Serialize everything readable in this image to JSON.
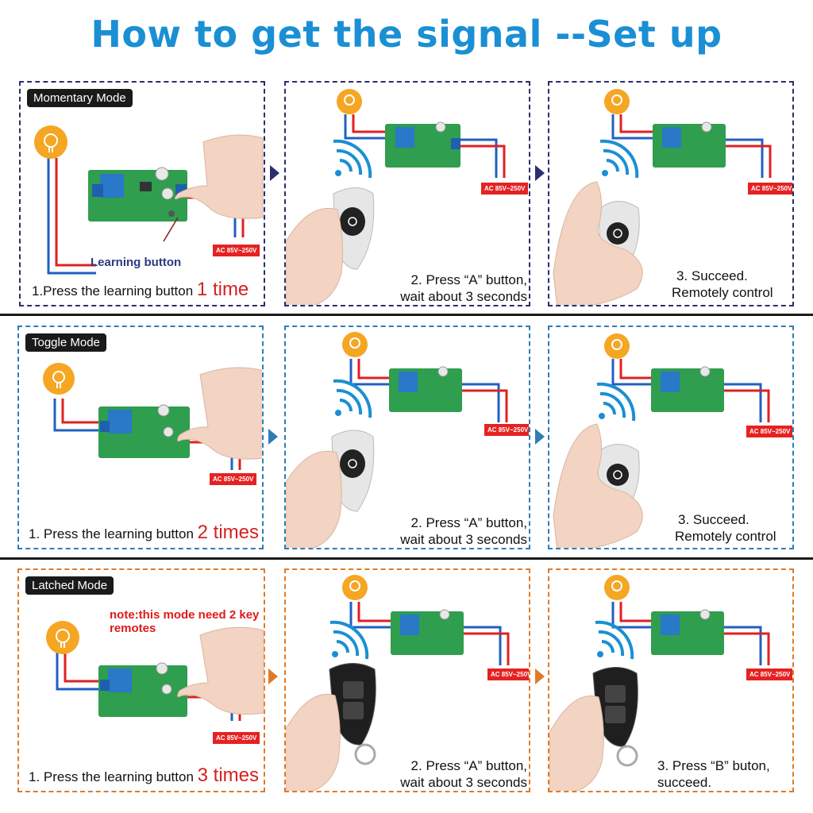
{
  "title": "How to get the signal --Set up",
  "rows": [
    {
      "mode": "Momentary Mode",
      "step1_prefix": "1.Press the learning button ",
      "step1_count": "1 time",
      "learning_button_label": "Learning button",
      "step2_line1": "2. Press “A” button,",
      "step2_line2": "wait about 3 seconds",
      "step3_line1": "3. Succeed.",
      "step3_line2": "Remotely control",
      "ac_label": "AC 85V~250V"
    },
    {
      "mode": "Toggle Mode",
      "step1_prefix": "1. Press the learning button ",
      "step1_count": "2 times",
      "step2_line1": "2. Press “A” button,",
      "step2_line2": "wait about 3 seconds",
      "step3_line1": "3. Succeed.",
      "step3_line2": "Remotely control",
      "ac_label": "AC 85V~250V"
    },
    {
      "mode": "Latched Mode",
      "note": "note:this mode need 2 key remotes",
      "step1_prefix": "1. Press the learning button ",
      "step1_count": "3 times",
      "step2_line1": "2. Press “A” button,",
      "step2_line2": "wait about 3 seconds",
      "step3_line1": "3. Press “B” buton,",
      "step3_line2": "succeed.",
      "ac_label": "AC 85V~250V"
    }
  ],
  "colors": {
    "title": "#1a8fd4",
    "row1_border": "#2b2e6e",
    "row2_border": "#2f7db3",
    "row3_border": "#e07a28",
    "highlight": "#d62020",
    "bulb": "#f5a623",
    "wire_red": "#e02020",
    "wire_blue": "#2060c0",
    "board": "#2f9e4e"
  },
  "icons": [
    "bulb-icon",
    "relay-board",
    "hand-icon",
    "remote-icon",
    "signal-waves-icon",
    "arrow-right-icon"
  ]
}
